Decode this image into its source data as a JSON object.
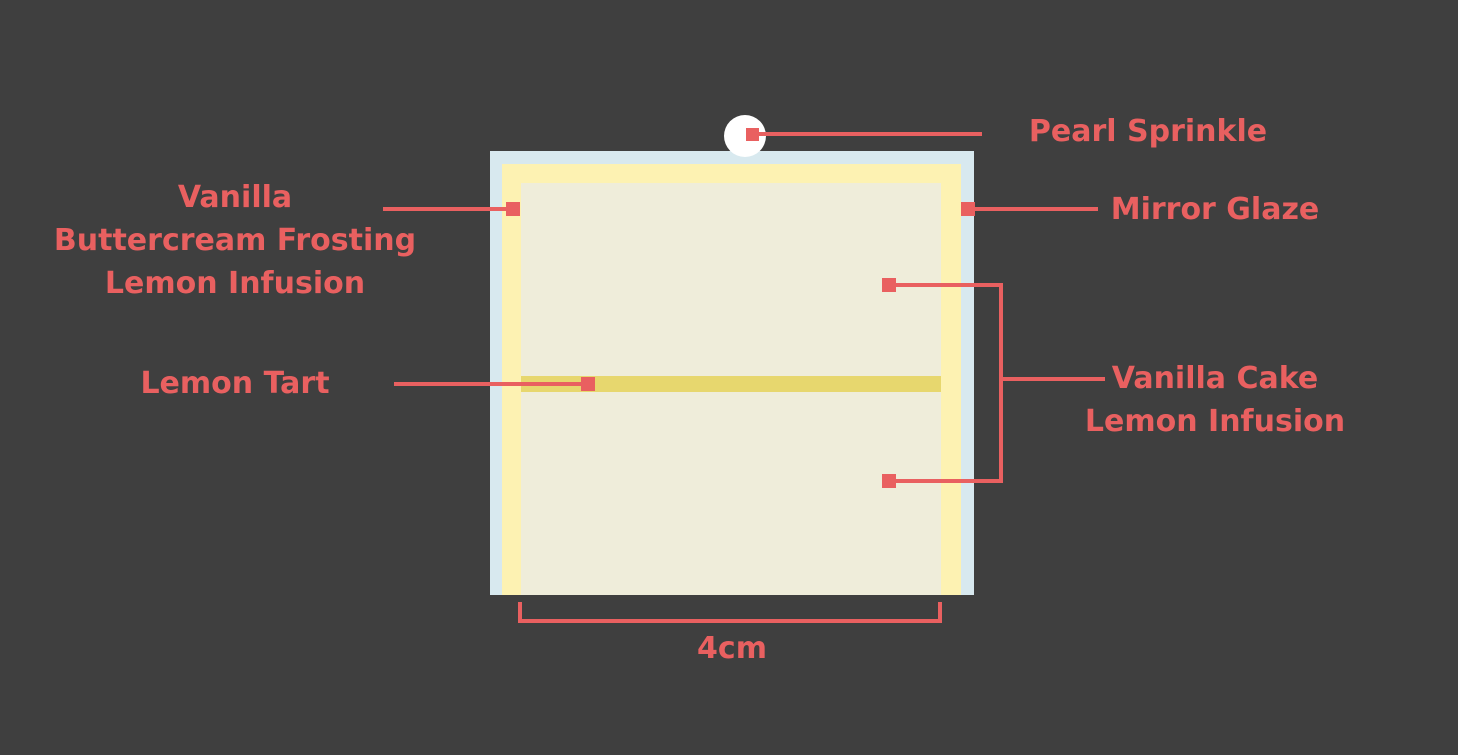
{
  "colors": {
    "background": "#3f3f3f",
    "accent": "#e96060",
    "mirror_glaze": "#d8e9ef",
    "frosting": "#fdf2b2",
    "cake": "#efedda",
    "lemon_tart": "#e7d76e",
    "pearl": "#ffffff"
  },
  "labels": {
    "pearl_sprinkle": "Pearl Sprinkle",
    "mirror_glaze": "Mirror Glaze",
    "frosting": [
      "Vanilla",
      "Buttercream Frosting",
      "Lemon Infusion"
    ],
    "lemon_tart": "Lemon Tart",
    "cake": [
      "Vanilla Cake",
      "Lemon Infusion"
    ],
    "width_dimension": "4cm"
  }
}
